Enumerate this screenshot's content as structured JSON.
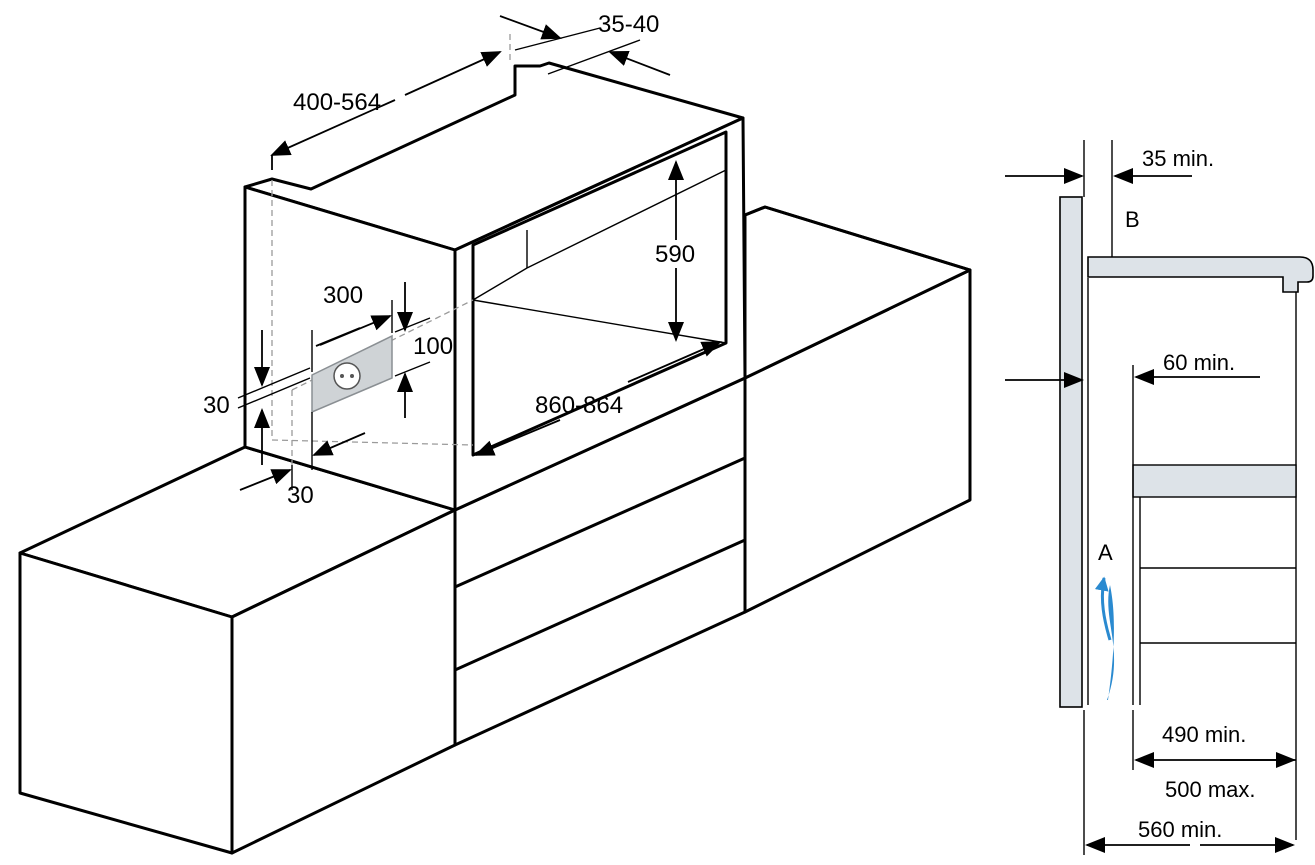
{
  "labels": {
    "depth_range": "400-564",
    "gap_range": "35-40",
    "niche_height": "590",
    "niche_width": "860-864",
    "socket_width": "300",
    "socket_height": "100",
    "socket_offset_v": "30",
    "socket_offset_h": "30"
  },
  "side": {
    "top_gap": "35 min.",
    "label_b": "B",
    "vent_gap": "60 min.",
    "label_a": "A",
    "depth_min": "490 min.",
    "depth_max": "500 max.",
    "total_depth": "560 min."
  },
  "colors": {
    "airflow": "#2a8ad0",
    "panel_fill": "#dde3e8",
    "socket_fill": "#cfd3d6"
  }
}
